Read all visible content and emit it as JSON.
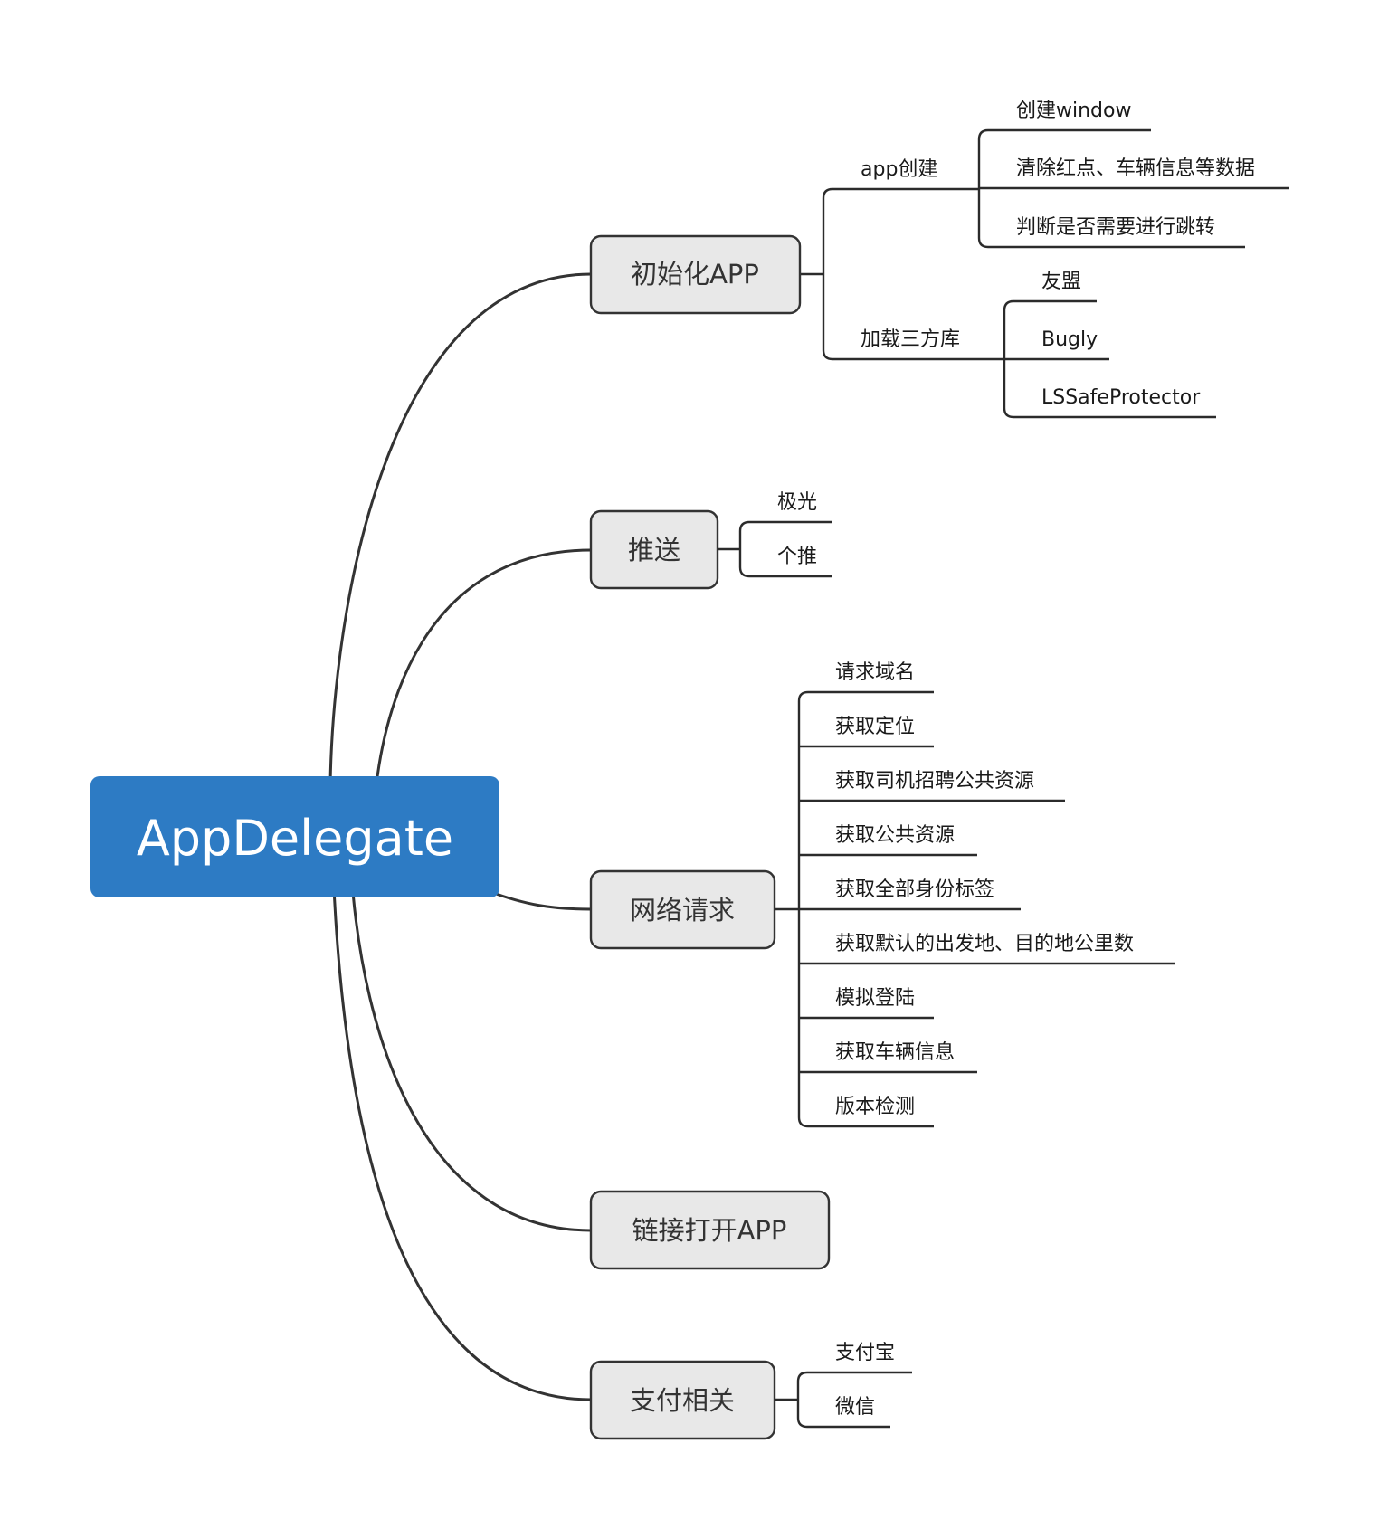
{
  "root": {
    "label": "AppDelegate",
    "color": "#2D7BC4"
  },
  "branches": [
    {
      "id": "init-app",
      "label": "初始化APP",
      "children": [
        {
          "label": "app创建",
          "children": [
            {
              "label": "创建window"
            },
            {
              "label": "清除红点、车辆信息等数据"
            },
            {
              "label": "判断是否需要进行跳转"
            }
          ]
        },
        {
          "label": "加载三方库",
          "children": [
            {
              "label": "友盟"
            },
            {
              "label": "Bugly"
            },
            {
              "label": "LSSafeProtector"
            }
          ]
        }
      ]
    },
    {
      "id": "push",
      "label": "推送",
      "children": [
        {
          "label": "极光"
        },
        {
          "label": "个推"
        }
      ]
    },
    {
      "id": "network",
      "label": "网络请求",
      "children": [
        {
          "label": "请求域名"
        },
        {
          "label": "获取定位"
        },
        {
          "label": "获取司机招聘公共资源"
        },
        {
          "label": "获取公共资源"
        },
        {
          "label": "获取全部身份标签"
        },
        {
          "label": "获取默认的出发地、目的地公里数"
        },
        {
          "label": "模拟登陆"
        },
        {
          "label": "获取车辆信息"
        },
        {
          "label": "版本检测"
        }
      ]
    },
    {
      "id": "deeplink",
      "label": "链接打开APP",
      "children": []
    },
    {
      "id": "payment",
      "label": "支付相关",
      "children": [
        {
          "label": "支付宝"
        },
        {
          "label": "微信"
        }
      ]
    }
  ],
  "colors": {
    "node_fill": "#E8E8E8",
    "line": "#333333",
    "root_text": "#FFFFFF"
  }
}
